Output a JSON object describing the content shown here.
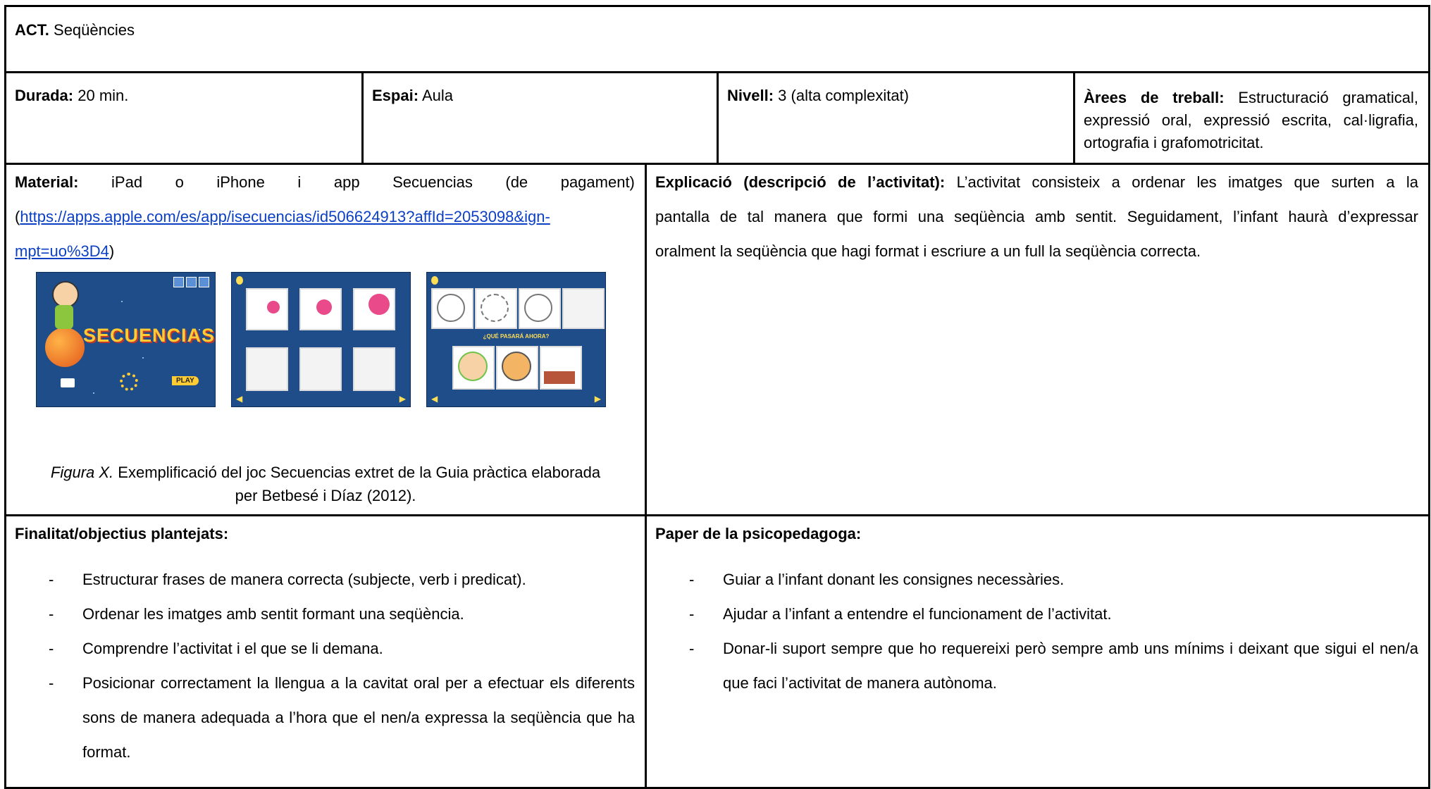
{
  "act": {
    "label": "ACT.",
    "value": "Seqüències"
  },
  "durada": {
    "label": "Durada:",
    "value": "20 min."
  },
  "espai": {
    "label": "Espai:",
    "value": "Aula"
  },
  "nivell": {
    "label": "Nivell:",
    "value": "3 (alta complexitat)"
  },
  "arees": {
    "label": "Àrees de treball:",
    "line1": "Estructuració gramatical,",
    "line2": "expressió oral, expressió escrita, cal·ligrafia,",
    "line3": "ortografia i grafomotricitat."
  },
  "material": {
    "label": "Material:",
    "line1_words": [
      "iPad",
      "o",
      "iPhone",
      "i",
      "app",
      "Secuencias",
      "(de",
      "pagament)"
    ],
    "open_paren": "(",
    "link_part1": "https://apps.apple.com/es/app/isecuencias/id506624913?affId=2053098&ign-",
    "link_part2": "mpt=uo%3D4",
    "close_paren": ")",
    "figure_label": "Figura X.",
    "figure_caption_1": "Exemplificació del joc Secuencias extret de la Guia pràctica elaborada",
    "figure_caption_2": "per Betbesé i Díaz (2012).",
    "screenshots": {
      "logo_text": "SECUENCIAS",
      "play_text": "PLAY",
      "question_text": "¿QUÉ PASARÁ AHORA?"
    }
  },
  "explicacio": {
    "label": "Explicació (descripció de l’activitat):",
    "line1": "L’activitat consisteix a ordenar les imatges que surten a la",
    "line2": "pantalla de tal manera que formi una seqüència amb sentit. Seguidament, l’infant haurà d’expressar",
    "line3": "oralment la seqüència que hagi format i escriure a un full la seqüència correcta."
  },
  "finalitat": {
    "label": "Finalitat/objectius plantejats:",
    "dash": "-",
    "items": [
      "Estructurar frases de manera correcta (subjecte, verb i predicat).",
      "Ordenar les imatges amb sentit formant una seqüència.",
      "Comprendre l’activitat i el que se li demana.",
      "Posicionar correctament la llengua a la cavitat oral per a efectuar els diferents sons de manera adequada a l’hora que el nen/a expressa la seqüència que ha format."
    ]
  },
  "paper": {
    "label": "Paper de la psicopedagoga:",
    "dash": "-",
    "items": [
      "Guiar a l’infant donant les consignes necessàries.",
      "Ajudar a l’infant a entendre el funcionament de l’activitat.",
      "Donar-li suport sempre que ho requereixi però sempre amb uns mínims i deixant que sigui el nen/a que faci l’activitat de manera autònoma."
    ]
  },
  "colors": {
    "link": "#0b3fc4",
    "screenshot_bg": "#1e4d8a"
  }
}
